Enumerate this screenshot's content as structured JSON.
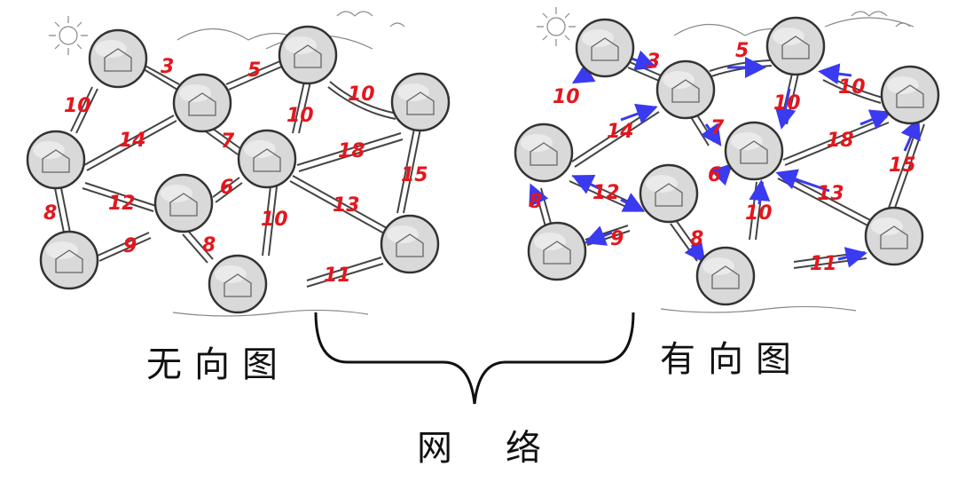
{
  "captions": {
    "undirected": "无向图",
    "directed": "有向图",
    "network": "网络"
  },
  "undirected_graph": {
    "edge_weights": [
      "3",
      "5",
      "10",
      "10",
      "10",
      "14",
      "7",
      "18",
      "6",
      "12",
      "15",
      "8",
      "13",
      "9",
      "8",
      "10",
      "11"
    ]
  },
  "directed_graph": {
    "edge_weights": [
      "3",
      "5",
      "10",
      "14",
      "7",
      "10",
      "10",
      "18",
      "12",
      "6",
      "15",
      "8",
      "13",
      "9",
      "8",
      "10",
      "11"
    ]
  },
  "colors": {
    "weight_label": "#e4161d",
    "arrow": "#3a3af0",
    "node": "#d9d9d9"
  }
}
